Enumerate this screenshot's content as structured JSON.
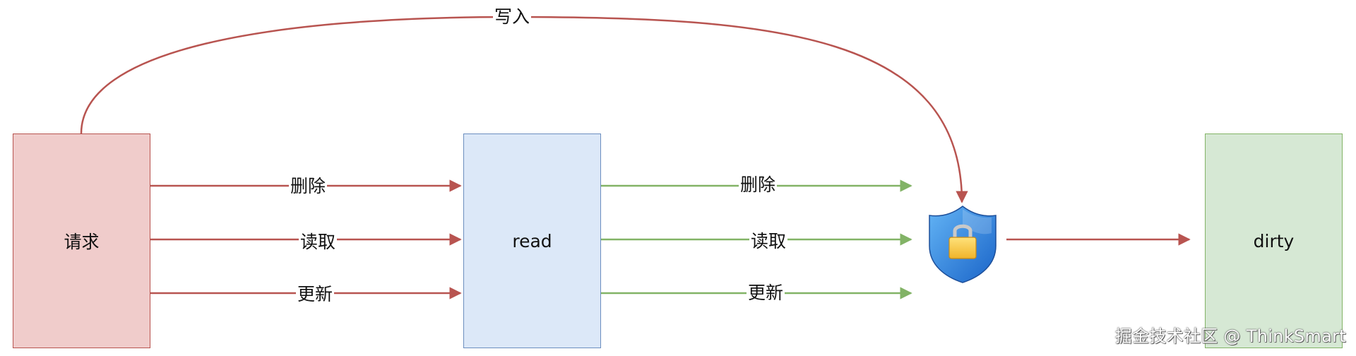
{
  "nodes": {
    "request": "请求",
    "read": "read",
    "dirty": "dirty"
  },
  "edges": {
    "write": "写入",
    "request_to_read": [
      "删除",
      "读取",
      "更新"
    ],
    "read_to_lock": [
      "删除",
      "读取",
      "更新"
    ]
  },
  "icons": {
    "lock": "shield-lock-icon"
  },
  "colors": {
    "red_edge": "#b85450",
    "green_edge": "#82b366"
  },
  "watermark": "掘金技术社区 @ ThinkSmart"
}
